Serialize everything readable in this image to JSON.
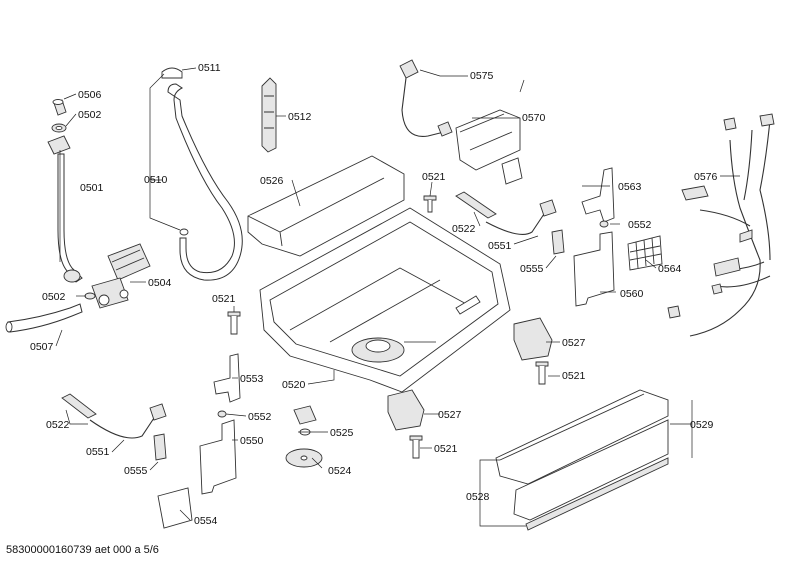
{
  "footer_text": "58300000160739 aet 000 a 5/6",
  "labels": {
    "p0501": "0501",
    "p0502a": "0502",
    "p0502b": "0502",
    "p0504": "0504",
    "p0506": "0506",
    "p0507": "0507",
    "p0510": "0510",
    "p0511": "0511",
    "p0512": "0512",
    "p0520": "0520",
    "p0521a": "0521",
    "p0521b": "0521",
    "p0521c": "0521",
    "p0521d": "0521",
    "p0522a": "0522",
    "p0522b": "0522",
    "p0524": "0524",
    "p0525": "0525",
    "p0526": "0526",
    "p0527a": "0527",
    "p0527b": "0527",
    "p0528": "0528",
    "p0529": "0529",
    "p0550": "0550",
    "p0551a": "0551",
    "p0551b": "0551",
    "p0552a": "0552",
    "p0552b": "0552",
    "p0553": "0553",
    "p0554": "0554",
    "p0555a": "0555",
    "p0555b": "0555",
    "p0560": "0560",
    "p0563": "0563",
    "p0564": "0564",
    "p0570": "0570",
    "p0575": "0575",
    "p0576": "0576"
  }
}
